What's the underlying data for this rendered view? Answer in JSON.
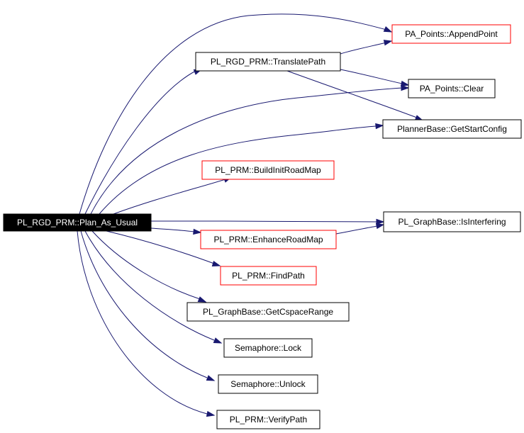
{
  "colors": {
    "edge": "#191970",
    "node_border": "#000000",
    "node_border_incomplete": "#ff0000",
    "root_fill": "#000000",
    "root_text": "#ffffff",
    "node_text": "#000000"
  },
  "nodes": {
    "root": {
      "label": "PL_RGD_PRM::Plan_As_Usual",
      "style": "root"
    },
    "append_point": {
      "label": "PA_Points::AppendPoint",
      "style": "incomplete"
    },
    "translate_path": {
      "label": "PL_RGD_PRM::TranslatePath",
      "style": "normal"
    },
    "clear": {
      "label": "PA_Points::Clear",
      "style": "normal"
    },
    "get_start_config": {
      "label": "PlannerBase::GetStartConfig",
      "style": "normal"
    },
    "build_init_road_map": {
      "label": "PL_PRM::BuildInitRoadMap",
      "style": "incomplete"
    },
    "is_interfering": {
      "label": "PL_GraphBase::IsInterfering",
      "style": "normal"
    },
    "enhance_road_map": {
      "label": "PL_PRM::EnhanceRoadMap",
      "style": "incomplete"
    },
    "find_path": {
      "label": "PL_PRM::FindPath",
      "style": "incomplete"
    },
    "get_cspace_range": {
      "label": "PL_GraphBase::GetCspaceRange",
      "style": "normal"
    },
    "semaphore_lock": {
      "label": "Semaphore::Lock",
      "style": "normal"
    },
    "semaphore_unlock": {
      "label": "Semaphore::Unlock",
      "style": "normal"
    },
    "verify_path": {
      "label": "PL_PRM::VerifyPath",
      "style": "normal"
    }
  },
  "edges": [
    {
      "from": "root",
      "to": "append_point"
    },
    {
      "from": "root",
      "to": "translate_path"
    },
    {
      "from": "root",
      "to": "clear"
    },
    {
      "from": "root",
      "to": "get_start_config"
    },
    {
      "from": "root",
      "to": "build_init_road_map"
    },
    {
      "from": "root",
      "to": "is_interfering"
    },
    {
      "from": "root",
      "to": "enhance_road_map"
    },
    {
      "from": "root",
      "to": "find_path"
    },
    {
      "from": "root",
      "to": "get_cspace_range"
    },
    {
      "from": "root",
      "to": "semaphore_lock"
    },
    {
      "from": "root",
      "to": "semaphore_unlock"
    },
    {
      "from": "root",
      "to": "verify_path"
    },
    {
      "from": "translate_path",
      "to": "append_point"
    },
    {
      "from": "translate_path",
      "to": "clear"
    },
    {
      "from": "translate_path",
      "to": "get_start_config"
    },
    {
      "from": "enhance_road_map",
      "to": "is_interfering"
    }
  ]
}
